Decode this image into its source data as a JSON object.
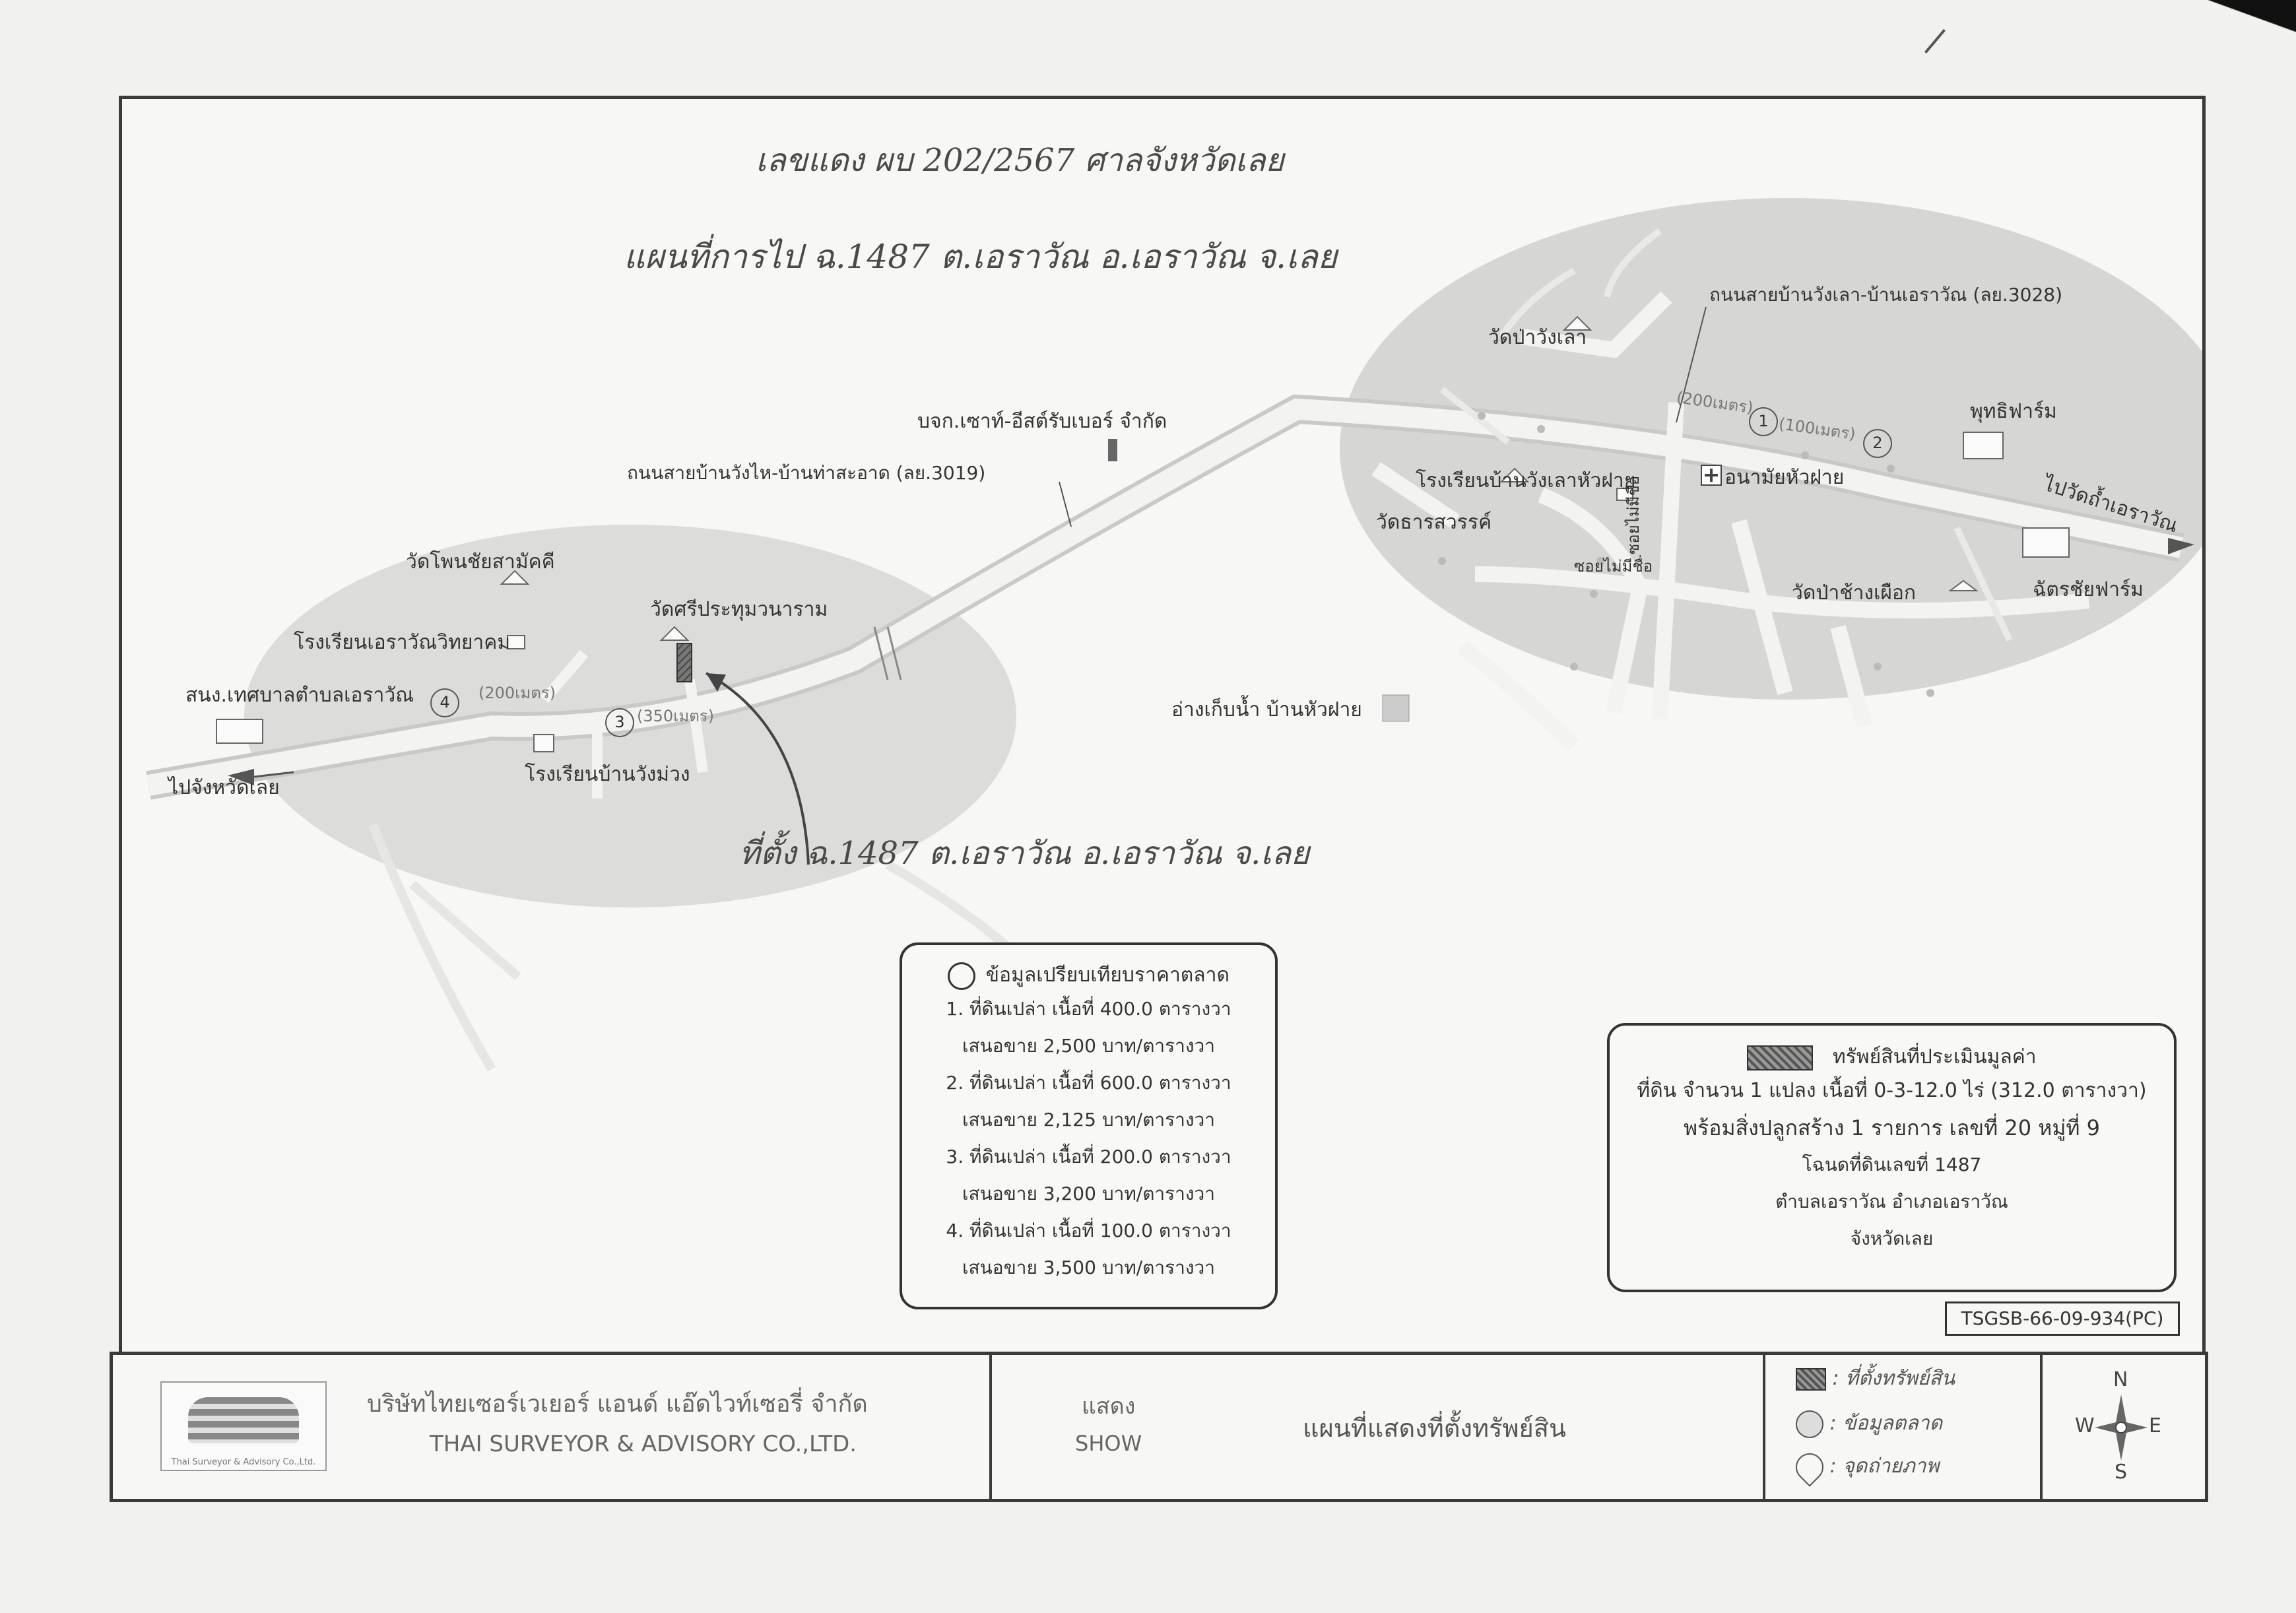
{
  "handwritten": {
    "case_no": "เลขแดง ผบ 202/2567 ศาลจังหวัดเลย",
    "map_title": "แผนที่การไป ฉ.1487 ต.เอราวัณ อ.เอราวัณ จ.เลย",
    "location_note": "ที่ตั้ง ฉ.1487 ต.เอราวัณ อ.เอราวัณ จ.เลย"
  },
  "map_labels": {
    "road_3028": "ถนนสายบ้านวังเลา-บ้านเอราวัณ (ลย.3028)",
    "road_3019": "ถนนสายบ้านวังไห-บ้านท่าสะอาด (ลย.3019)",
    "wat_pa_wang_lao": "วัดป่าวังเลา",
    "company": "บจก.เซาท์-อีสต์รับเบอร์ จำกัด",
    "school_wang_lao": "โรงเรียนบ้านวังเลาหัวฝาย",
    "clinic": "อนามัยหัวฝาย",
    "wat_thara": "วัดธารสวรรค์",
    "soi_1": "ซอยไม่มีชื่อ",
    "soi_2": "ซอยไม่มีชื่อ",
    "wat_pa_chang_phueak": "วัดป่าช้างเผือก",
    "buddhi_farm": "พุทธิฟาร์ม",
    "chatchai_farm": "ฉัตรชัยฟาร์ม",
    "to_erawan_cave": "ไปวัดถ้ำเอราวัณ",
    "reservoir": "อ่างเก็บน้ำ บ้านหัวฝาย",
    "wat_phon_chai": "วัดโพนชัยสามัคคี",
    "school_erawan": "โรงเรียนเอราวัณวิทยาคม",
    "wat_si_prathum": "วัดศรีประทุมวนาราม",
    "municipal_office": "สนง.เทศบาลตำบลเอราวัณ",
    "school_wang_muang": "โรงเรียนบ้านวังม่วง",
    "to_loei": "ไปจังหวัดเลย",
    "dist_1": "1",
    "dist_1_text": "(200เมตร)",
    "dist_2": "2",
    "dist_2_text": "(100เมตร)",
    "dist_3": "3",
    "dist_3_text": "(350เมตร)",
    "dist_4": "4",
    "dist_4_text": "(200เมตร)"
  },
  "market_data": {
    "title": "ข้อมูลเปรียบเทียบราคาตลาด",
    "lines": [
      "1. ที่ดินเปล่า เนื้อที่ 400.0 ตารางวา",
      "เสนอขาย 2,500 บาท/ตารางวา",
      "2. ที่ดินเปล่า เนื้อที่ 600.0 ตารางวา",
      "เสนอขาย 2,125 บาท/ตารางวา",
      "3. ที่ดินเปล่า เนื้อที่ 200.0 ตารางวา",
      "เสนอขาย 3,200 บาท/ตารางวา",
      "4. ที่ดินเปล่า เนื้อที่ 100.0 ตารางวา",
      "เสนอขาย 3,500 บาท/ตารางวา"
    ]
  },
  "property_box": {
    "title": "ทรัพย์สินที่ประเมินมูลค่า",
    "lines": [
      "ที่ดิน จำนวน 1 แปลง เนื้อที่ 0-3-12.0 ไร่ (312.0 ตารางวา)",
      "พร้อมสิ่งปลูกสร้าง 1 รายการ  เลขที่ 20 หมู่ที่ 9",
      "โฉนดที่ดินเลขที่ 1487",
      "ตำบลเอราวัณ อำเภอเอราวัณ",
      "จังหวัดเลย"
    ]
  },
  "ref_code": "TSGSB-66-09-934(PC)",
  "footer": {
    "company_th": "บริษัทไทยเซอร์เวเยอร์ แอนด์ แอ๊ดไวท์เซอรี่ จำกัด",
    "company_en": "THAI SURVEYOR & ADVISORY CO.,LTD.",
    "logo_caption": "Thai Surveyor & Advisory Co.,Ltd.",
    "show_th": "แสดง",
    "show_en": "SHOW",
    "map_desc": "แผนที่แสดงที่ตั้งทรัพย์สิน",
    "legend": [
      ": ที่ตั้งทรัพย์สิน",
      ": ข้อมูลตลาด",
      ": จุดถ่ายภาพ"
    ],
    "compass": {
      "n": "N",
      "s": "S",
      "e": "E",
      "w": "W"
    }
  },
  "colors": {
    "ellipse_fill": "#d6d6d4",
    "road": "#f3f3f1",
    "ink": "#333333",
    "hatch": "#555555"
  }
}
